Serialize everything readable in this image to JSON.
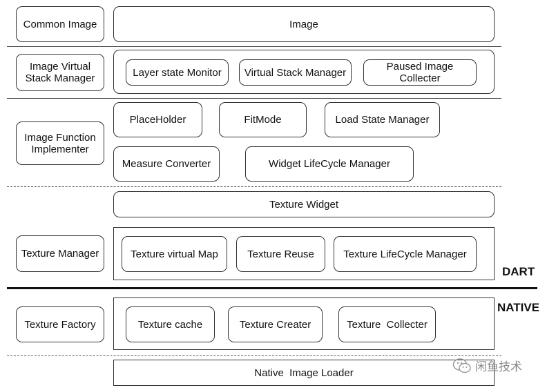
{
  "rows": {
    "common_image": {
      "label": "Common Image",
      "image": "Image"
    },
    "virtual_stack": {
      "label": "Image Virtual Stack Manager",
      "items": [
        "Layer state Monitor",
        "Virtual Stack Manager",
        "Paused Image Collecter"
      ]
    },
    "function_implementer": {
      "label": "Image Function Implementer",
      "items": [
        "PlaceHolder",
        "FitMode",
        "Load State Manager",
        "Measure Converter",
        "Widget LifeCycle Manager"
      ]
    },
    "texture_widget": "Texture Widget",
    "texture_manager": {
      "label": "Texture Manager",
      "items": [
        "Texture virtual Map",
        "Texture Reuse",
        "Texture LifeCycle Manager"
      ]
    },
    "texture_factory": {
      "label": "Texture Factory",
      "items": [
        "Texture cache",
        "Texture Creater",
        "Texture  Collecter"
      ]
    },
    "native_loader": "Native  Image Loader"
  },
  "layers": {
    "dart": "DART",
    "native": "NATIVE"
  },
  "watermark": {
    "icon": "wechat-icon",
    "text": "闲鱼技术"
  }
}
